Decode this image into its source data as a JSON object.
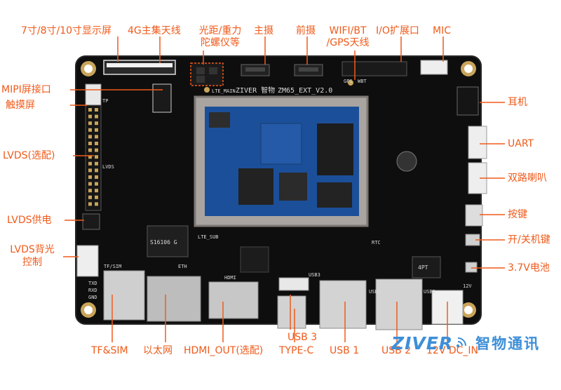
{
  "labels": {
    "display_size": "7寸/8寸/10寸显示屏",
    "antenna_4g": "4G主集天线",
    "sensor_line1": "光距/重力",
    "sensor_line2": "陀螺仪等",
    "main_camera": "主摄",
    "front_camera": "前摄",
    "wifi_line1": "WIFI/BT",
    "wifi_line2": "/GPS天线",
    "io_expansion": "I/O扩展口",
    "mic": "MIC",
    "mipi_port": "MIPI屏接口",
    "touch_screen": "触摸屏",
    "lvds_optional": "LVDS(选配)",
    "lvds_power": "LVDS供电",
    "lvds_backlight_line1": "LVDS背光",
    "lvds_backlight_line2": "控制",
    "earphone": "耳机",
    "uart": "UART",
    "dual_speaker": "双路喇叭",
    "button": "按键",
    "power_switch": "开/关机键",
    "battery": "3.7V电池",
    "tf_sim": "TF&SIM",
    "ethernet": "以太网",
    "hdmi_out": "HDMI_OUT(选配)",
    "type_c": "TYPE-C",
    "usb3": "USB 3",
    "usb1": "USB 1",
    "usb2": "USB 2",
    "dc_in": "12V DC_IN"
  },
  "brand": {
    "name": "ZIVER",
    "name_cn": "智物通讯"
  },
  "board_silkscreen": {
    "board_id": "ZM65_EXT_V2.0",
    "logo": "ZIVER 智物",
    "lte_main": "LTE_MAIN",
    "lte_sub": "LTE_SUB",
    "hdmi": "HDMI",
    "usb3": "USB3",
    "usb1": "USB1",
    "usb2": "USB2",
    "eth": "ETH",
    "tf_sim": "TF/SIM",
    "voltage": "12V",
    "rtc": "RTC",
    "gps": "GPS",
    "wbt": "WBT",
    "transformer": "S16106 G",
    "battery_part": "4PT",
    "lvds": "LVDS",
    "tp": "TP",
    "gnd": "GND",
    "txd": "TXD",
    "rxd": "RXD"
  },
  "colors": {
    "callout": "#f05a1a",
    "brand": "#3d8fd8",
    "pcb": "#101010",
    "shield": "#a9a4a0",
    "module": "#1c4f99"
  }
}
